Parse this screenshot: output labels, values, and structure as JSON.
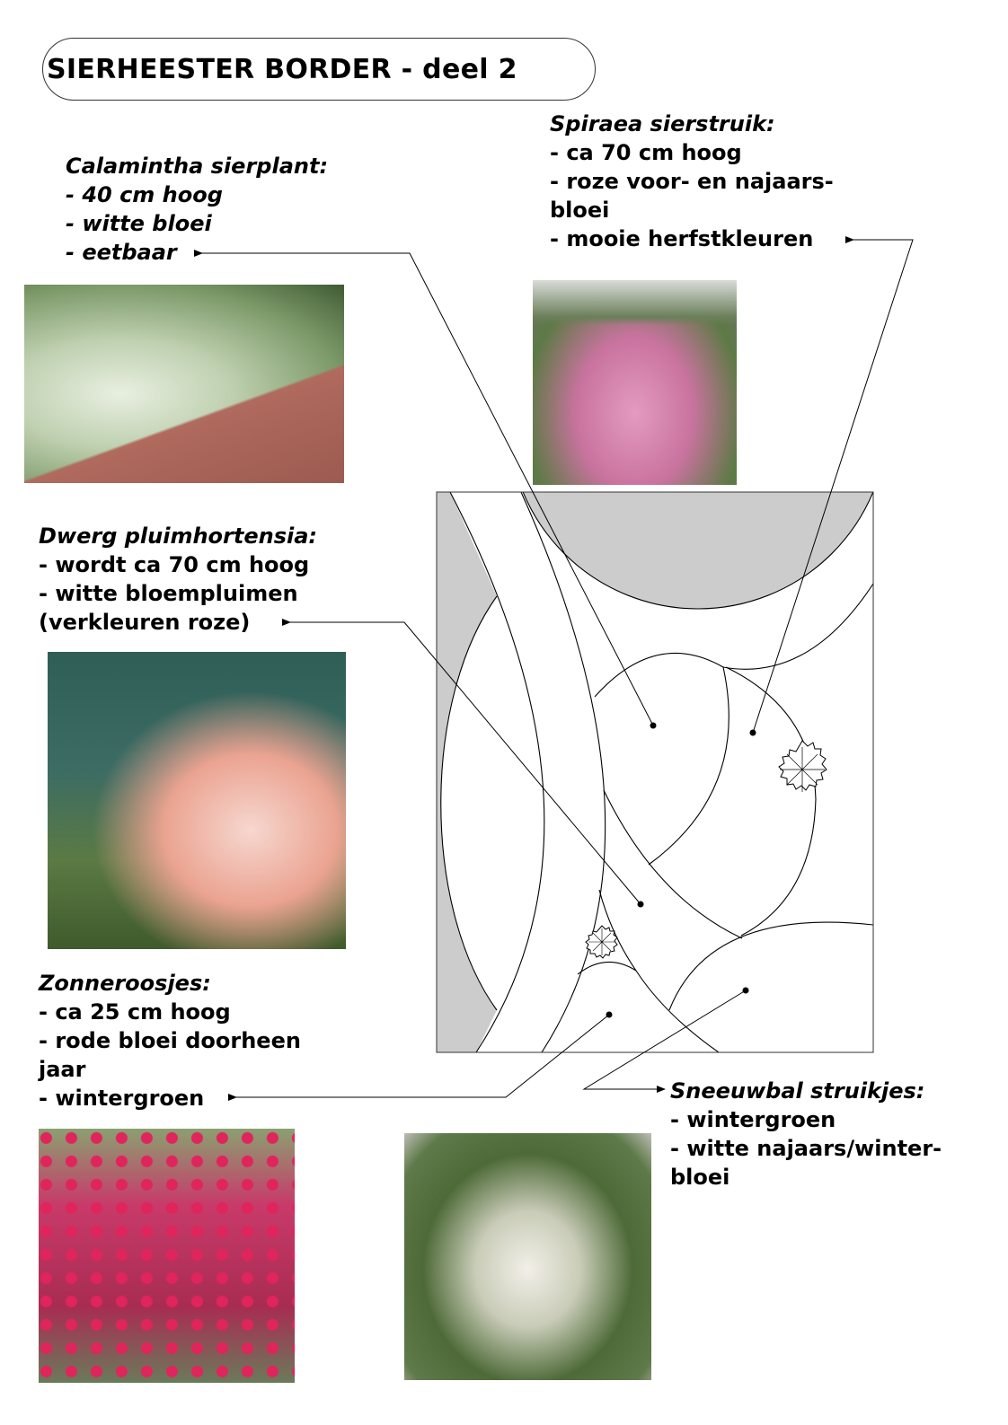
{
  "title": "SIERHEESTER BORDER - deel 2",
  "plants": {
    "calamintha": {
      "heading": "Calamintha sierplant:",
      "lines": [
        "-  40 cm hoog",
        "- witte bloei",
        "- eetbaar"
      ]
    },
    "spiraea": {
      "heading": "Spiraea sierstruik:",
      "lines": [
        "- ca 70 cm hoog",
        "- roze voor- en najaars-",
        "bloei",
        "- mooie herfstkleuren"
      ]
    },
    "hortensia": {
      "heading": "Dwerg pluimhortensia:",
      "lines": [
        "- wordt ca 70 cm hoog",
        "- witte bloempluimen",
        "(verkleuren roze)"
      ]
    },
    "zonneroosjes": {
      "heading": "Zonneroosjes:",
      "lines": [
        "- ca 25 cm hoog",
        "- rode bloei doorheen",
        "jaar",
        "- wintergroen"
      ]
    },
    "sneeuwbal": {
      "heading": "Sneeuwbal struikjes:",
      "lines": [
        "- wintergroen",
        "- witte najaars/winter-",
        "bloei"
      ]
    }
  },
  "colors": {
    "bed_grey": "#cccccc",
    "line": "#000000"
  }
}
